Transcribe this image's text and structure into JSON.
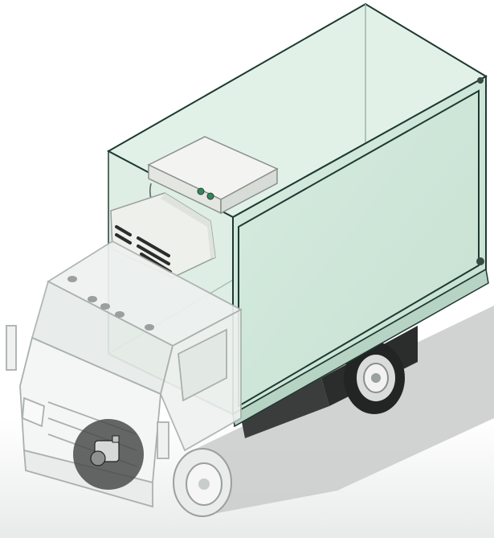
{
  "illustration": {
    "subject": "refrigerated-box-truck",
    "components": [
      "insulated-cargo-box",
      "rooftop-evaporator-unit",
      "front-condenser-unit",
      "engine-driven-compressor"
    ]
  },
  "colors": {
    "box_fill": "#cfe6d8",
    "box_edge": "#1e3a32",
    "cab_fill": "#f2f4f3",
    "cab_edge": "#a9b0ad",
    "unit_fill": "#eef0ec",
    "shadow": "#c9cccb",
    "tire": "#2a2c2c",
    "highlight_circle": "#5a5c5c"
  }
}
